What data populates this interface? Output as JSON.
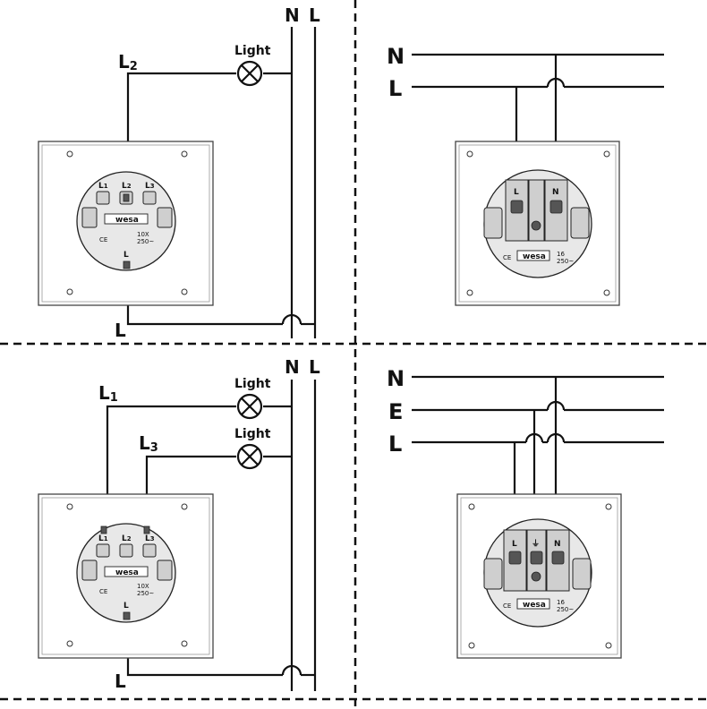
{
  "labels": {
    "n": "N",
    "l": "L",
    "e": "E",
    "l1": "L",
    "l1_sub": "1",
    "l2": "L",
    "l2_sub": "2",
    "l3": "L",
    "l3_sub": "3",
    "light": "Light",
    "brand": "wesa",
    "rating": "10X",
    "voltage": "250~",
    "rating_socket": "16",
    "ce": "CE",
    "earth": "⏚"
  },
  "panels": {
    "top_left": "1-gang switch wiring",
    "top_right": "socket wiring (N, L)",
    "bottom_left": "2-gang switch wiring",
    "bottom_right": "socket wiring (N, E, L)"
  }
}
